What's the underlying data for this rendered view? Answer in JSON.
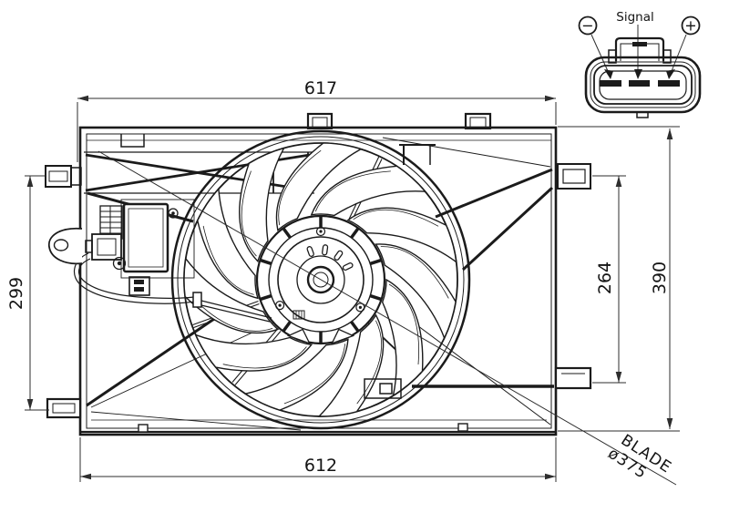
{
  "drawing": {
    "dimensions": {
      "width_top": "617",
      "width_bottom": "612",
      "height_left": "299",
      "height_right_inner": "264",
      "height_right_outer": "390"
    },
    "blade_note": {
      "line1": "BLADE",
      "line2": "ø375"
    },
    "connector_detail": {
      "signal_label": "Signal",
      "minus_symbol": "−",
      "plus_symbol": "+"
    },
    "colors": {
      "line": "#1b1b1b",
      "dimension_line": "#2e2e2e",
      "background": "#ffffff"
    }
  }
}
